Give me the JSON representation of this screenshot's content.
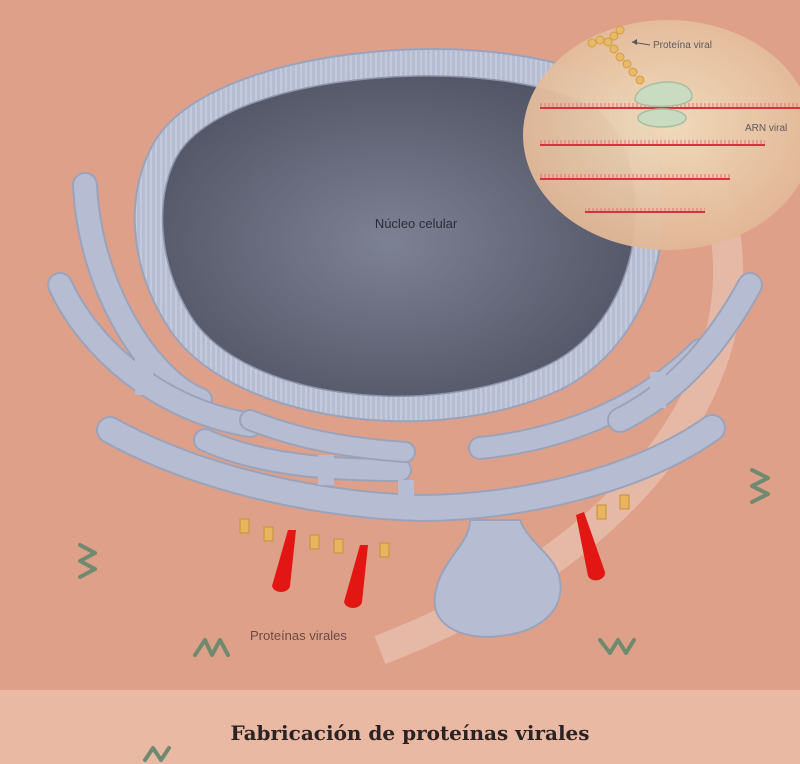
{
  "diagram": {
    "caption": "Fabricación de proteínas virales",
    "labels": {
      "nucleus": "Núcleo celular",
      "viral_protein": "Proteína viral",
      "viral_rna": "ARN viral",
      "viral_proteins": "Proteínas virales"
    },
    "colors": {
      "background": "#dfa08a",
      "membrane": "#b6bdd2",
      "membrane_stroke": "#9ba3bb",
      "nucleus_dark": "#5d6070",
      "rna": "#d6333f",
      "ribosome": "#c9dcc1",
      "protein_bead": "#e8b968",
      "red_protein": "#e21612",
      "orange_marker": "#e9b45e",
      "squiggle": "#6f8a6e",
      "magnifier": "#ecd6b4"
    }
  }
}
